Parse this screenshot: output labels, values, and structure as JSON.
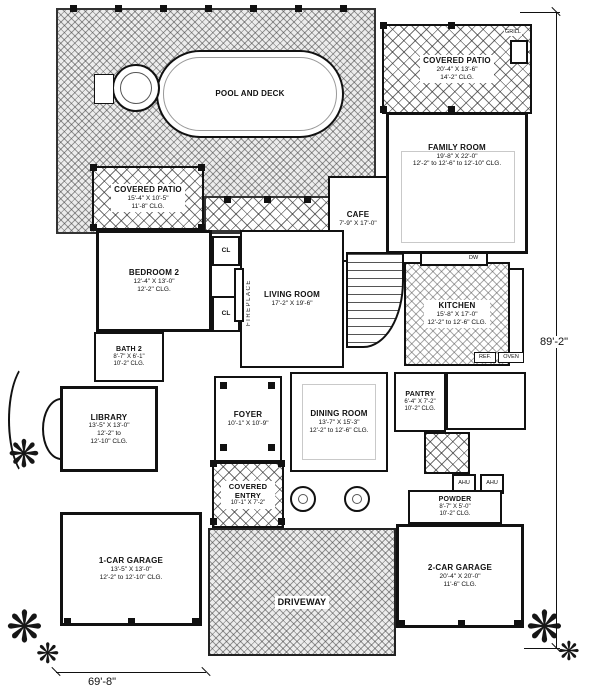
{
  "colors": {
    "wall": "#111111",
    "paper": "#ffffff",
    "hatch": "#8f8f8f"
  },
  "icons": {
    "palm": "❋"
  },
  "dimensions": {
    "overall_height": "89'-2\"",
    "overall_width": "69'-8\""
  },
  "labels": {
    "fireplace": "FIREPLACE",
    "closet": "CL",
    "grill": "GRILL",
    "dishwasher": "DW",
    "refrigerator": "REF.",
    "oven": "OVEN",
    "air_handler": "AHU"
  },
  "rooms": {
    "pool": {
      "name": "POOL AND DECK"
    },
    "patio_rear": {
      "name": "COVERED PATIO",
      "dims": "20'-4\" X 13'-6\"",
      "clg": "14'-2\" CLG."
    },
    "family": {
      "name": "FAMILY ROOM",
      "dims": "19'-8\" X 22'-0\"",
      "clg": "12'-2\" to 12'-6\" to 12'-10\" CLG."
    },
    "patio_side": {
      "name": "COVERED PATIO",
      "dims": "15'-4\" X 10'-5\"",
      "clg": "11'-8\" CLG."
    },
    "cafe": {
      "name": "CAFE",
      "dims": "7'-9\" X 17'-0\""
    },
    "bedroom2": {
      "name": "BEDROOM 2",
      "dims": "12'-4\" X 13'-0\"",
      "clg": "12'-2\" CLG."
    },
    "living": {
      "name": "LIVING ROOM",
      "dims": "17'-2\" X 19'-6\""
    },
    "kitchen": {
      "name": "KITCHEN",
      "dims": "15'-8\" X 17'-0\"",
      "clg": "12'-2\" to 12'-6\" CLG."
    },
    "bath2": {
      "name": "BATH 2",
      "dims": "8'-7\" X 6'-1\"",
      "clg": "10'-2\" CLG."
    },
    "library": {
      "name": "LIBRARY",
      "dims": "13'-5\" X 13'-0\"",
      "clg_a": "12'-2\" to",
      "clg_b": "12'-10\" CLG."
    },
    "foyer": {
      "name": "FOYER",
      "dims": "10'-1\" X 10'-9\""
    },
    "dining": {
      "name": "DINING ROOM",
      "dims": "13'-7\" X 15'-3\"",
      "clg": "12'-2\" to 12'-6\" CLG."
    },
    "pantry": {
      "name": "PANTRY",
      "dims": "6'-4\" X 7'-2\"",
      "clg": "10'-2\" CLG."
    },
    "entry": {
      "name": "COVERED ENTRY",
      "dims": "10'-1\" X 7'-2\""
    },
    "powder": {
      "name": "POWDER",
      "dims": "8'-7\" X 5'-0\"",
      "clg": "10'-2\" CLG."
    },
    "garage1": {
      "name": "1-CAR GARAGE",
      "dims": "13'-5\" X 13'-0\"",
      "clg": "12'-2\" to 12'-10\" CLG."
    },
    "garage2": {
      "name": "2-CAR GARAGE",
      "dims": "20'-4\" X 20'-0\"",
      "clg": "11'-6\" CLG."
    },
    "driveway": {
      "name": "DRIVEWAY"
    }
  }
}
